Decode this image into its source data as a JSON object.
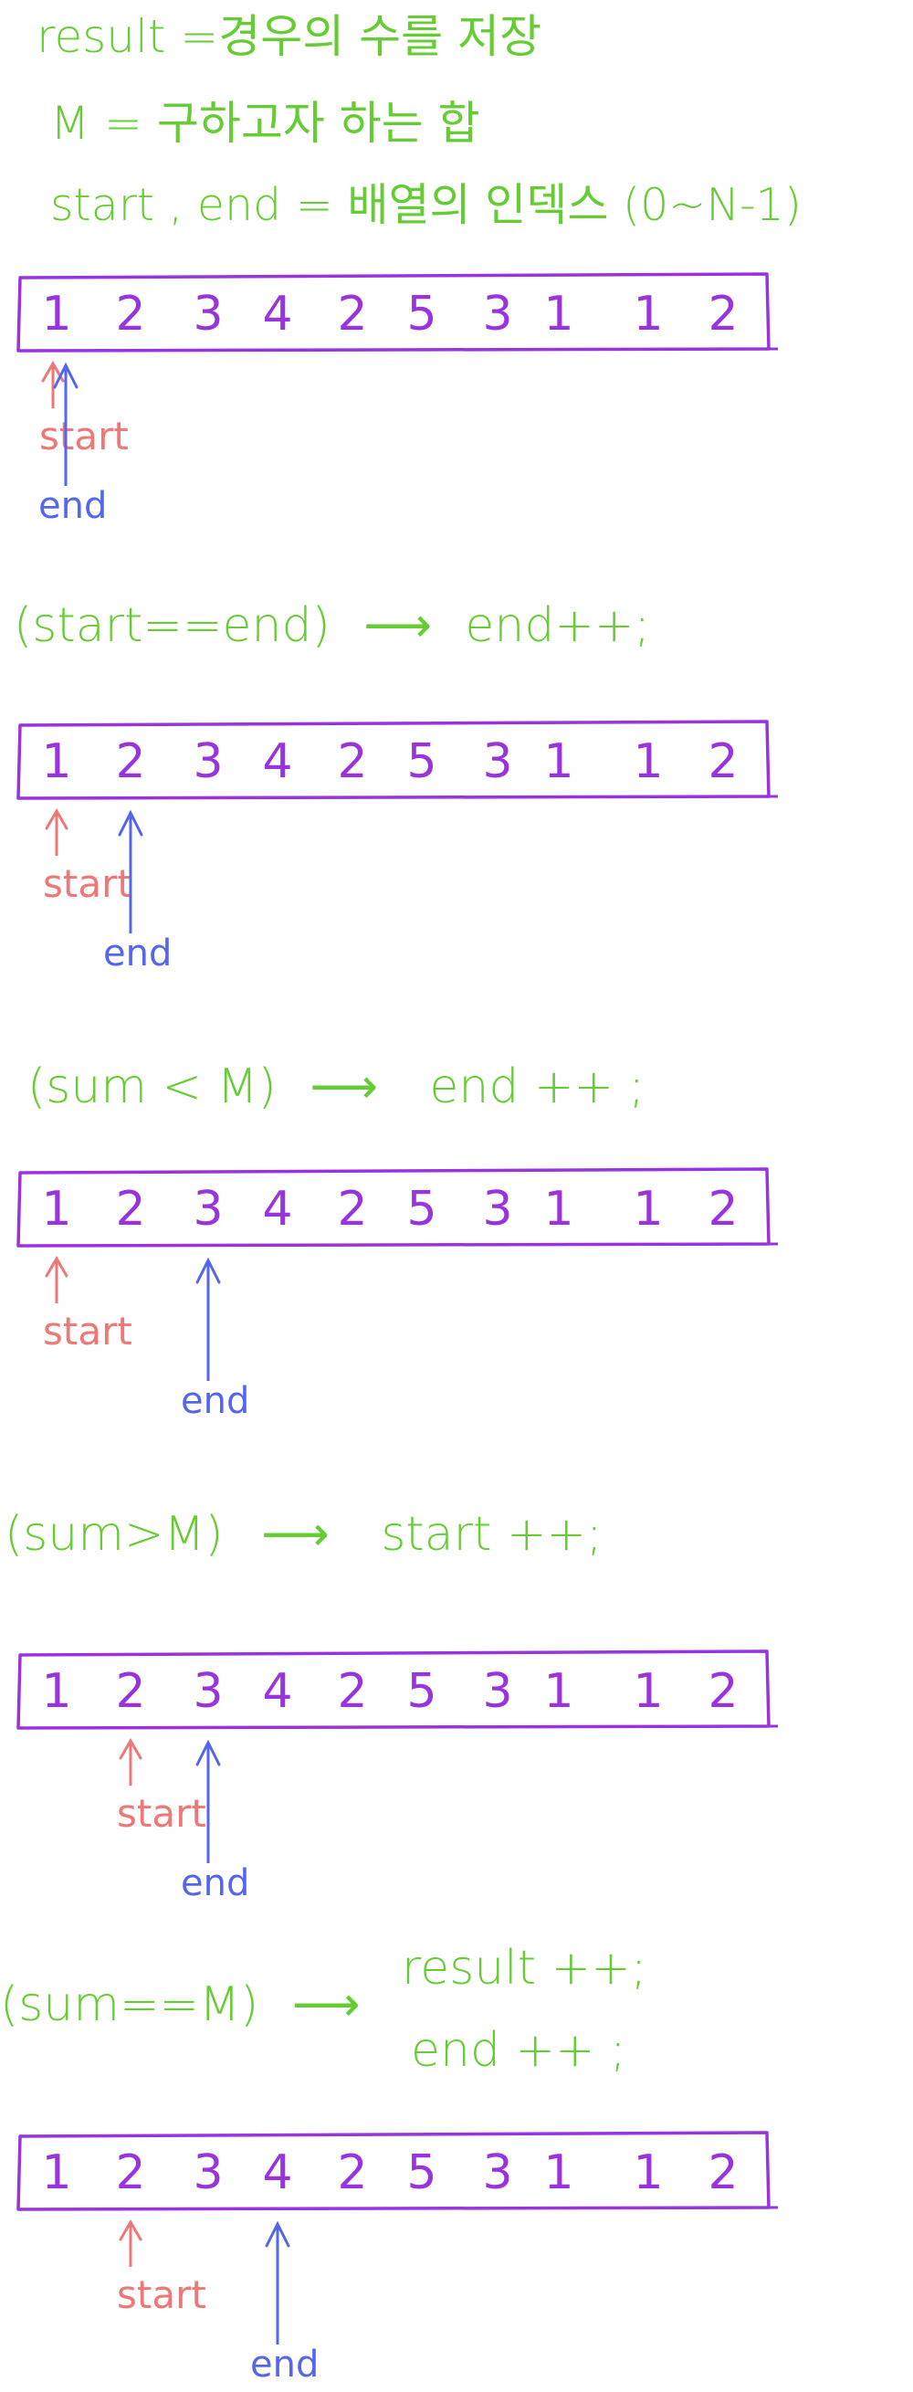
{
  "defs": {
    "line1": "result =경우의 수를 저장",
    "line2": "M = 구하고자 하는 합",
    "line3": "start , end = 배열의 인덱스 (0~N-1)"
  },
  "array_values": [
    "1",
    "2",
    "3",
    "4",
    "2",
    "5",
    "3",
    "1",
    "1",
    "2"
  ],
  "pointer_labels": {
    "start": "start",
    "end": "end"
  },
  "rules": [
    {
      "condition": "(start==end)",
      "arrow": "⟶",
      "actions": [
        "end++;"
      ]
    },
    {
      "condition": "(sum < M)",
      "arrow": "⟶",
      "actions": [
        "end ++ ;"
      ]
    },
    {
      "condition": "(sum>M)",
      "arrow": "⟶",
      "actions": [
        "start ++;"
      ]
    },
    {
      "condition": "(sum==M)",
      "arrow": "⟶",
      "actions": [
        "result ++;",
        "end ++ ;"
      ]
    }
  ],
  "steps": [
    {
      "start_index": 0,
      "end_index": 0
    },
    {
      "start_index": 0,
      "end_index": 1
    },
    {
      "start_index": 0,
      "end_index": 2
    },
    {
      "start_index": 1,
      "end_index": 2
    },
    {
      "start_index": 1,
      "end_index": 3
    }
  ],
  "colors": {
    "text": "#66cc33",
    "array": "#9933dd",
    "start": "#ee7777",
    "end": "#5566ee"
  }
}
